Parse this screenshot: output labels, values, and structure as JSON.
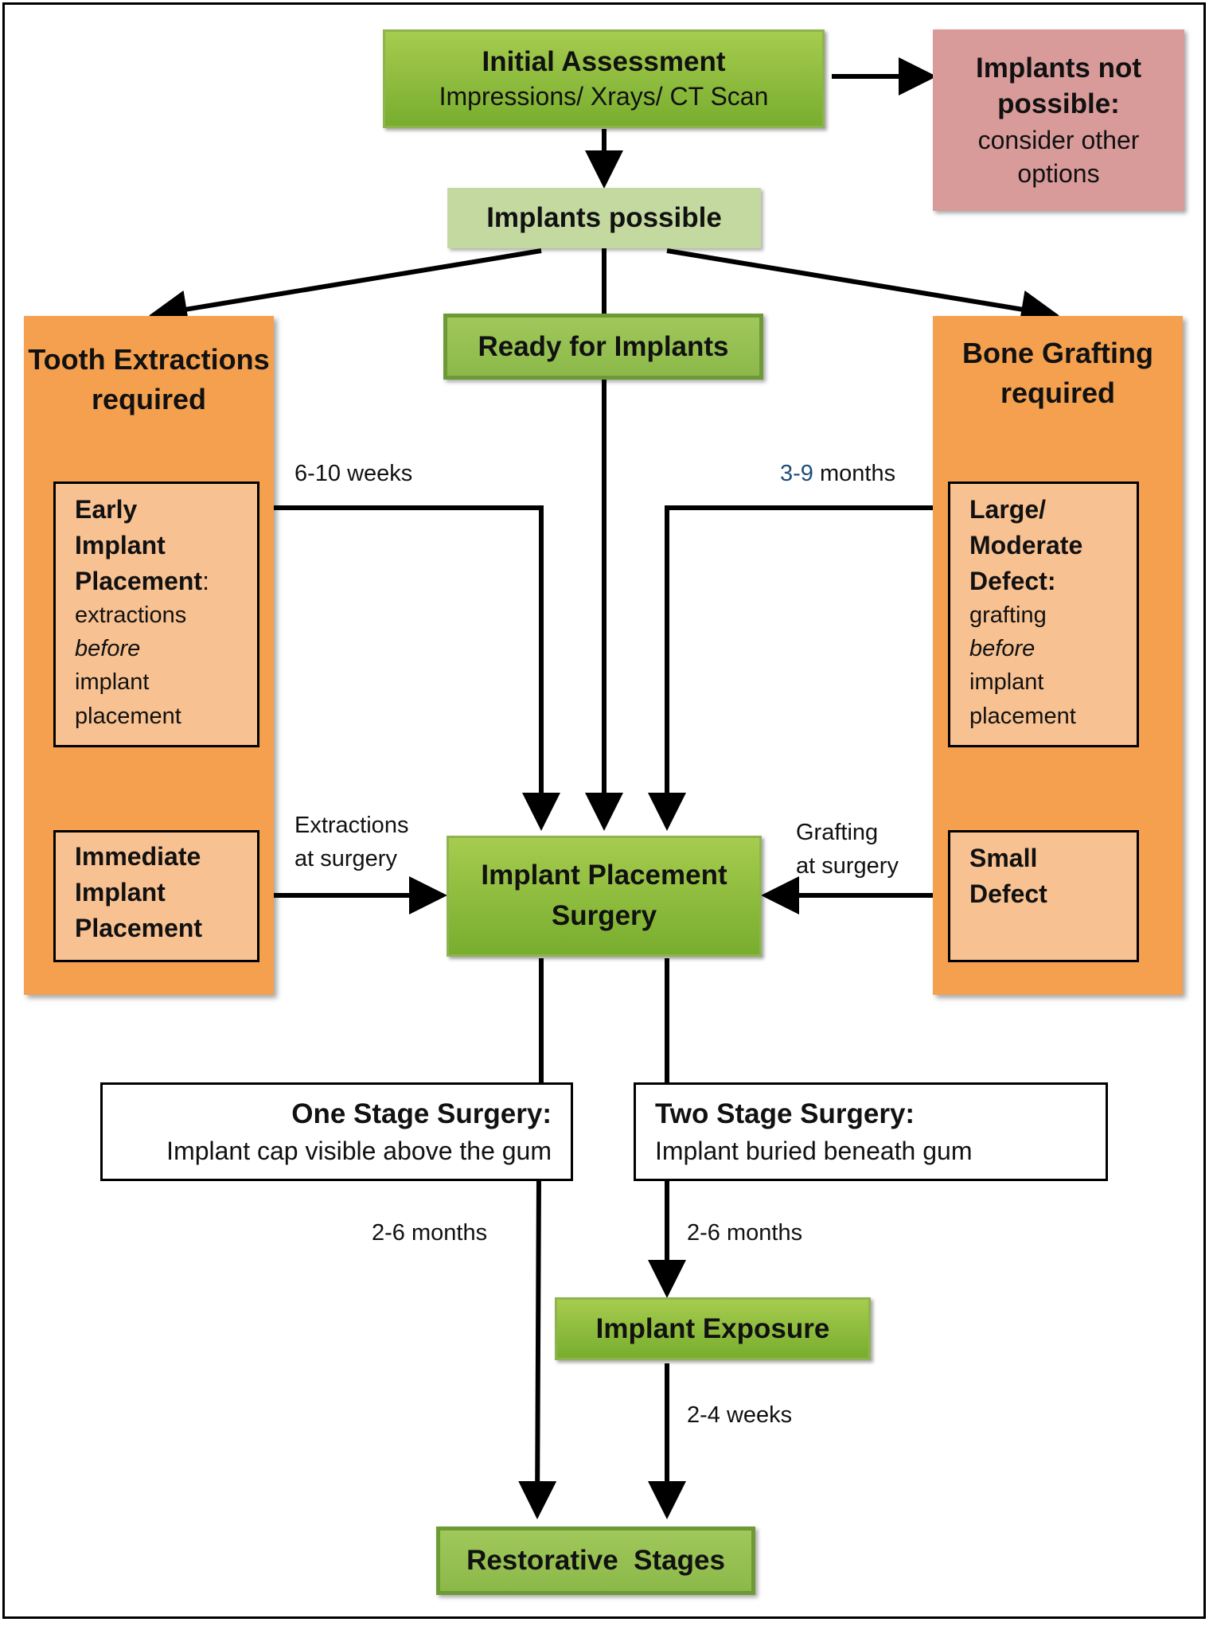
{
  "initial": {
    "title": "Initial Assessment",
    "sub": "Impressions/ Xrays/ CT Scan"
  },
  "not_possible": {
    "title1": "Implants not",
    "title2": "possible:",
    "sub1": "consider other",
    "sub2": "options"
  },
  "possible": {
    "title": "Implants possible"
  },
  "ready": {
    "title": "Ready for Implants"
  },
  "extractions": {
    "line1": "Tooth Extractions",
    "line2": "required"
  },
  "grafting": {
    "line1": "Bone Grafting",
    "line2": "required"
  },
  "early": {
    "l1": "Early",
    "l2": "Implant",
    "l3": "Placement",
    "l3_suffix": ":",
    "l4": "extractions",
    "l5": "before",
    "l6": "implant",
    "l7": "placement"
  },
  "immediate": {
    "l1": "Immediate",
    "l2": "Implant",
    "l3": "Placement"
  },
  "large": {
    "l1": "Large/",
    "l2": "Moderate",
    "l3": "Defect:",
    "l4": "grafting",
    "l5": "before",
    "l6": "implant",
    "l7": "placement"
  },
  "small": {
    "l1": "Small",
    "l2": "Defect"
  },
  "surgery": {
    "line1": "Implant Placement",
    "line2": "Surgery"
  },
  "one_stage": {
    "title": "One Stage Surgery:",
    "sub": "Implant cap visible above the gum"
  },
  "two_stage": {
    "title": "Two Stage Surgery:",
    "sub": "Implant buried beneath gum"
  },
  "exposure": {
    "title": "Implant Exposure"
  },
  "restorative": {
    "title": "Restorative  Stages"
  },
  "labels": {
    "weeks_6_10": "6-10 weeks",
    "months_3_9_num": "3-9",
    "months_3_9_unit": " months",
    "extractions_surgery_1": "Extractions",
    "extractions_surgery_2": "at surgery",
    "grafting_surgery_1": "Grafting",
    "grafting_surgery_2": "at surgery",
    "one_stage_months": "2-6 months",
    "two_stage_months": "2-6 months",
    "exposure_weeks": "2-4 weeks"
  },
  "colors": {
    "green": "#8fb84a",
    "orange": "#f4a04e",
    "peach": "#f8c191",
    "pink": "#d99a9a",
    "light_green": "#c3d9a0",
    "link_blue": "#1f4e79"
  }
}
